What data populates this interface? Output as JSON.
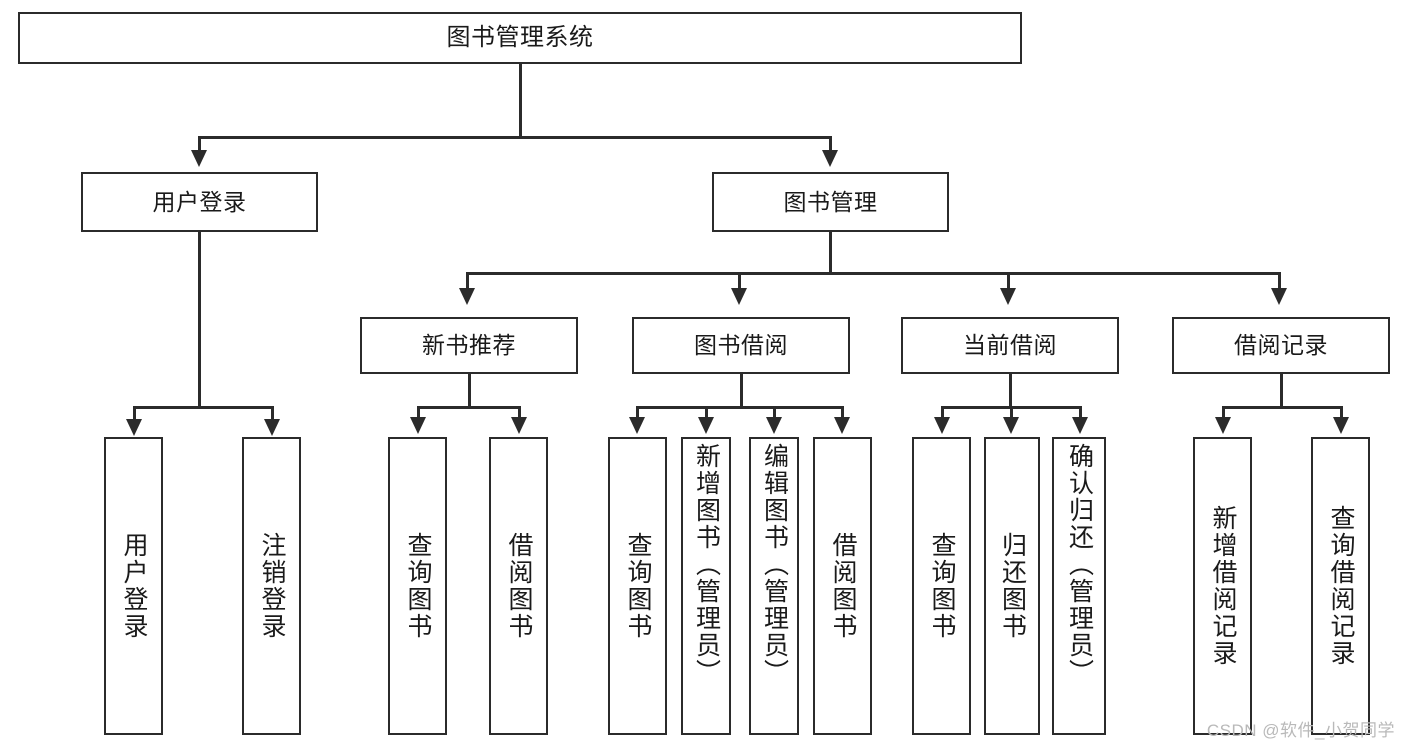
{
  "diagram": {
    "title": "图书管理系统",
    "type": "hierarchical-tree",
    "root": {
      "label": "图书管理系统"
    },
    "level2": [
      {
        "label": "用户登录"
      },
      {
        "label": "图书管理"
      }
    ],
    "level3": [
      {
        "label": "新书推荐"
      },
      {
        "label": "图书借阅"
      },
      {
        "label": "当前借阅"
      },
      {
        "label": "借阅记录"
      }
    ],
    "leaves": {
      "user_login": [
        {
          "label": "用户登录"
        },
        {
          "label": "注销登录"
        }
      ],
      "new_book_recommend": [
        {
          "label": "查询图书"
        },
        {
          "label": "借阅图书"
        }
      ],
      "book_borrow": [
        {
          "label": "查询图书"
        },
        {
          "label": "新增图书（管理员）"
        },
        {
          "label": "编辑图书（管理员）"
        },
        {
          "label": "借阅图书"
        }
      ],
      "current_borrow": [
        {
          "label": "查询图书"
        },
        {
          "label": "归还图书"
        },
        {
          "label": "确认归还（管理员）"
        }
      ],
      "borrow_records": [
        {
          "label": "新增借阅记录"
        },
        {
          "label": "查询借阅记录"
        }
      ]
    },
    "watermark": "CSDN @软件_小贺同学",
    "colors": {
      "stroke": "#2b2b2b",
      "background": "#ffffff",
      "text": "#1a1a1a",
      "watermark": "#b9b9b9"
    }
  }
}
